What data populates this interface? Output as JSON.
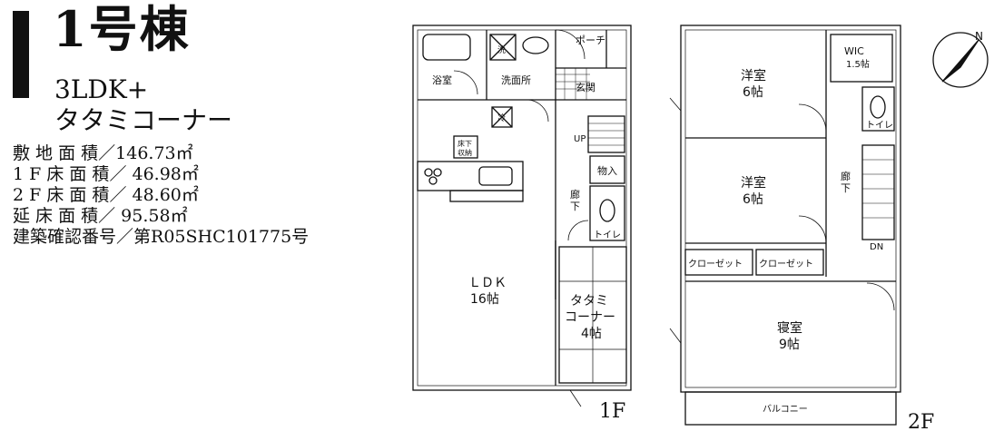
{
  "header": {
    "title": "1号棟",
    "layout_line1": "3LDK+",
    "layout_line2": "タタミコーナー"
  },
  "specs": [
    {
      "label": "敷 地 面 積",
      "value": "146.73㎡"
    },
    {
      "label": "1 F 床 面 積",
      "value": " 46.98㎡"
    },
    {
      "label": "2 F 床 面 積",
      "value": " 48.60㎡"
    },
    {
      "label": "延 床 面 積",
      "value": " 95.58㎡"
    },
    {
      "label": "建築確認番号",
      "value": "第R05SHC101775号"
    }
  ],
  "floor1": {
    "label": "1F",
    "rooms": {
      "bath": "浴室",
      "washroom": "洗面所",
      "porch": "ポーチ",
      "entrance": "玄関",
      "underfloor_line1": "床下",
      "underfloor_line2": "収納",
      "fridge": "冷",
      "washer": "洗",
      "up": "UP",
      "storage": "物入",
      "corridor_line1": "廊",
      "corridor_line2": "下",
      "toilet": "トイレ",
      "ldk_line1": "ＬＤＫ",
      "ldk_line2": "16帖",
      "tatami_line1": "タタミ",
      "tatami_line2": "コーナー",
      "tatami_line3": "4帖"
    }
  },
  "floor2": {
    "label": "2F",
    "rooms": {
      "western1_line1": "洋室",
      "western1_line2": "6帖",
      "wic_line1": "WIC",
      "wic_line2": "1.5帖",
      "toilet": "トイレ",
      "western2_line1": "洋室",
      "western2_line2": "6帖",
      "corridor_line1": "廊",
      "corridor_line2": "下",
      "dn": "DN",
      "closet1": "クローゼット",
      "closet2": "クローゼット",
      "bedroom_line1": "寝室",
      "bedroom_line2": "9帖",
      "balcony": "バルコニー"
    }
  },
  "compass": {
    "icon": "north-arrow-icon",
    "letter": "N"
  }
}
